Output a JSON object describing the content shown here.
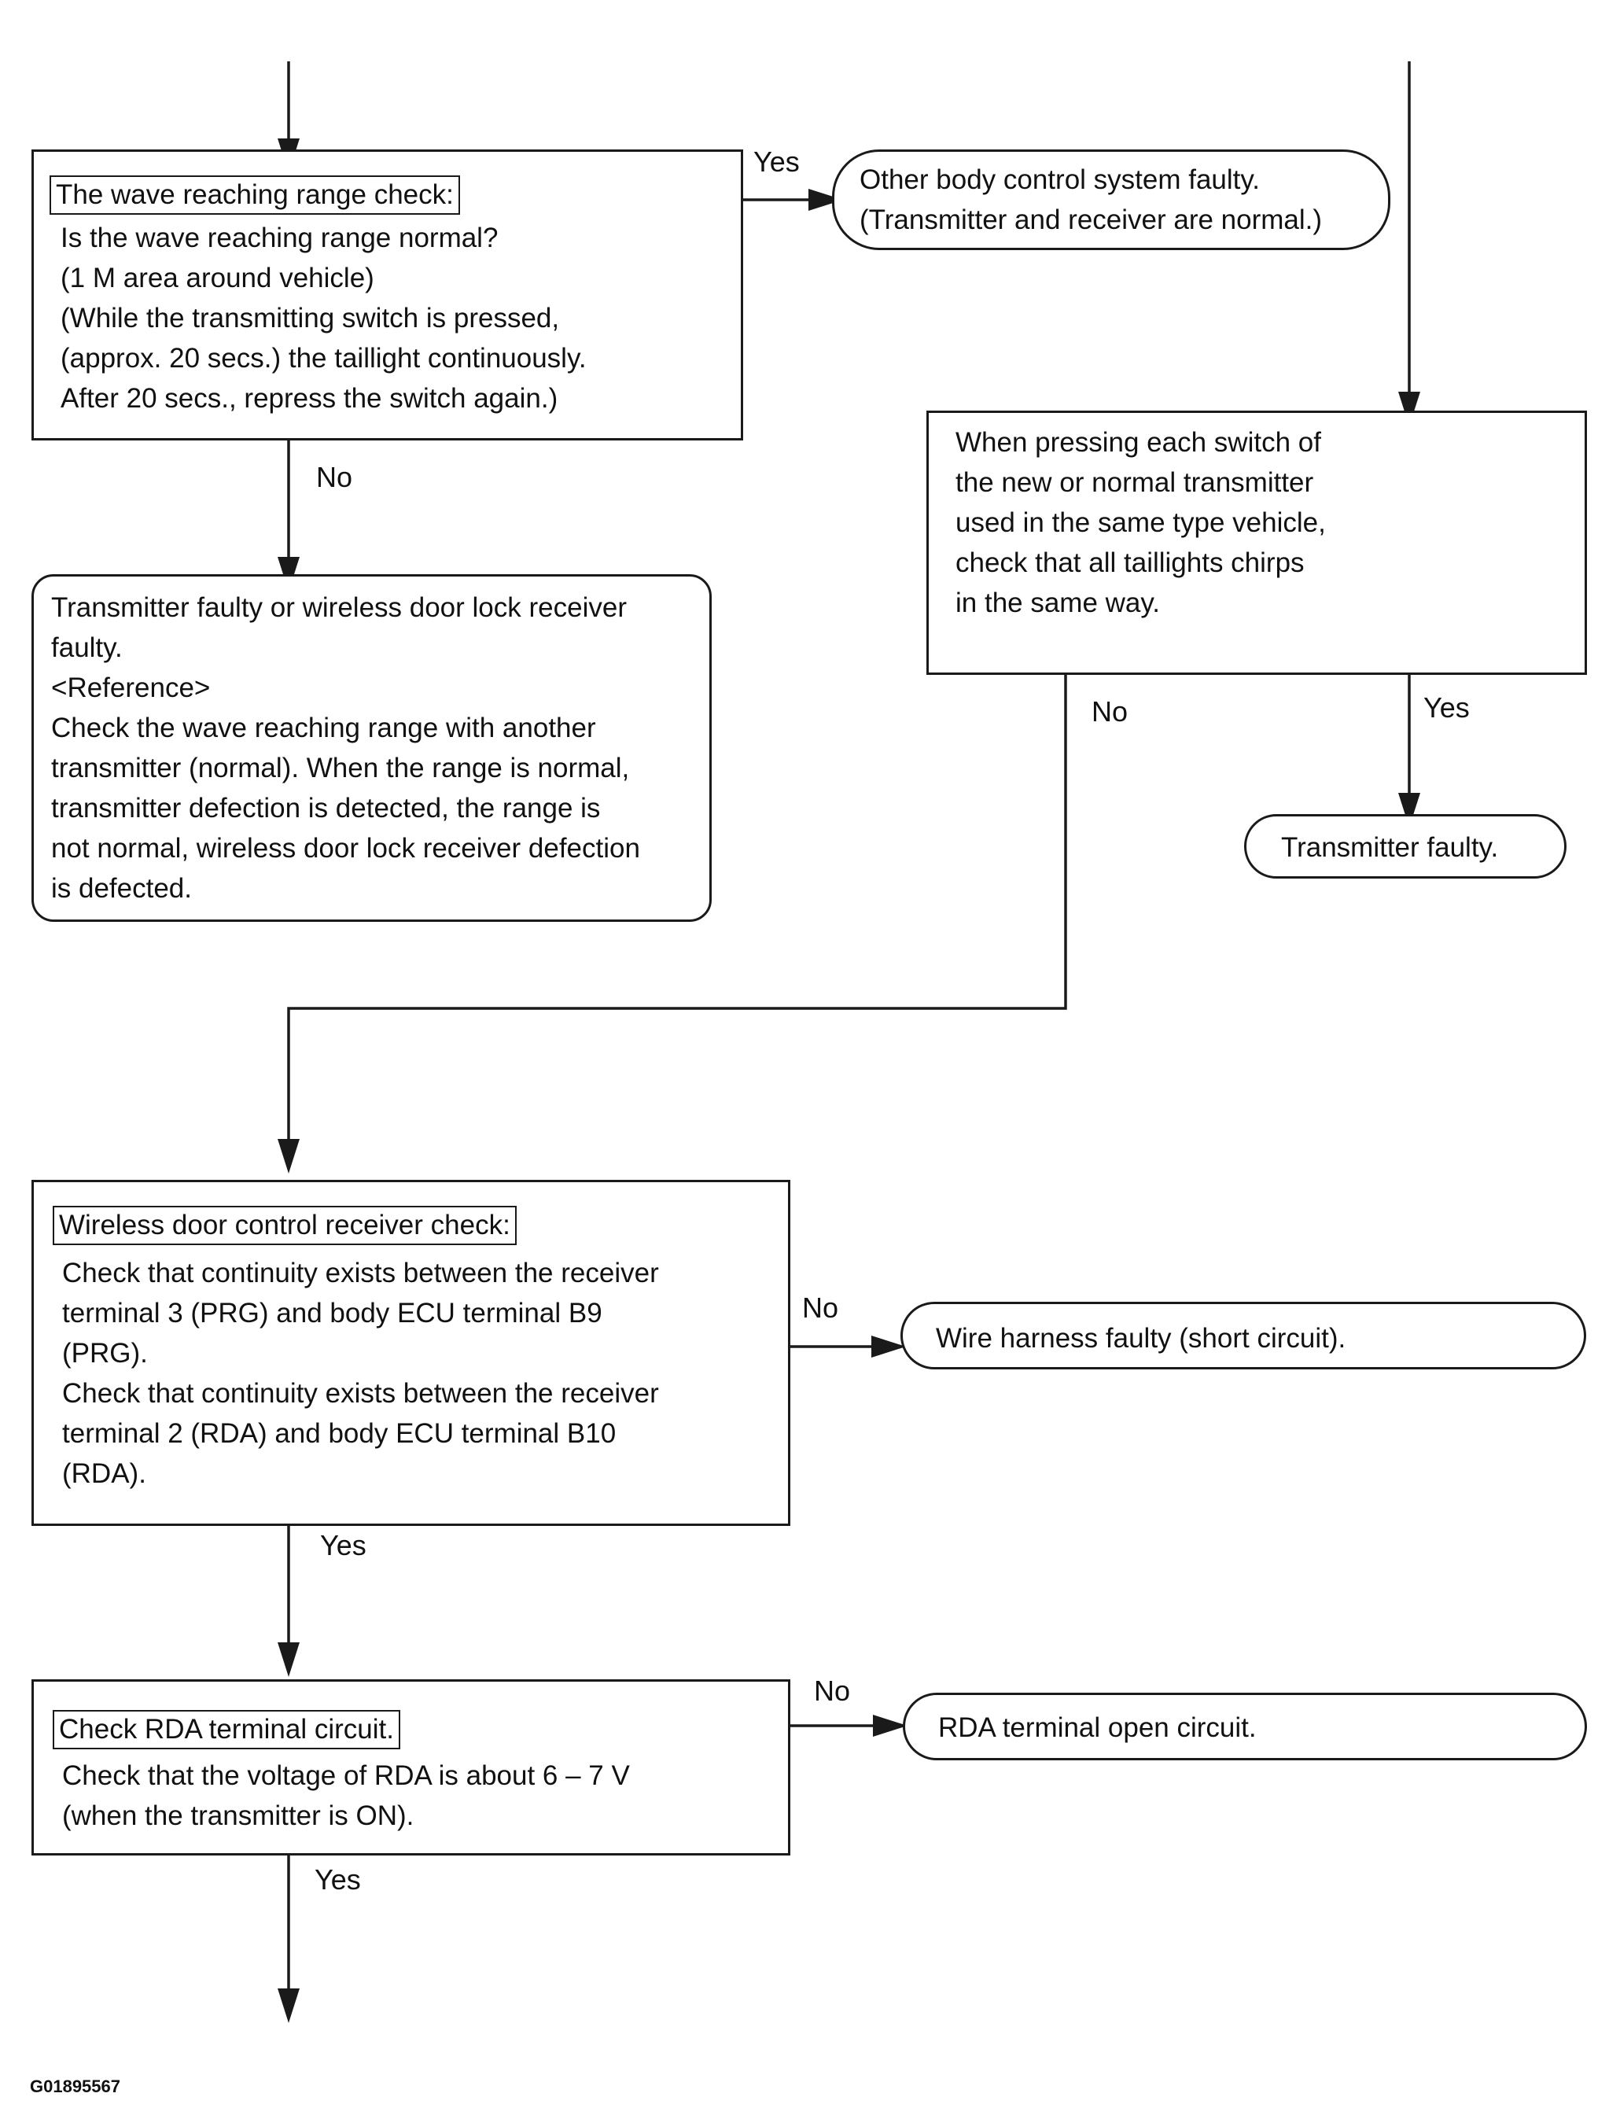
{
  "nodes": {
    "wave_check": {
      "header": "The wave reaching range check:",
      "lines": [
        "Is the wave reaching range normal?",
        "(1 M area around vehicle)",
        "(While the transmitting switch is pressed,",
        "(approx. 20 secs.) the taillight continuously.",
        "After 20 secs., repress the switch again.)"
      ]
    },
    "other_body": {
      "lines": [
        "Other body control system faulty.",
        "(Transmitter and receiver are normal.)"
      ]
    },
    "transmitter_or_receiver": {
      "lines": [
        "Transmitter faulty or wireless door lock receiver",
        "faulty.",
        "<Reference>",
        "Check the wave reaching range with another",
        "transmitter (normal). When the range is normal,",
        "transmitter defection is detected, the range is",
        "not normal, wireless door lock receiver defection",
        "is defected."
      ]
    },
    "pressing_switch": {
      "lines": [
        "When pressing each switch of",
        "the new or normal transmitter",
        "used in the same type vehicle,",
        "check that all taillights chirps",
        "in the same way."
      ]
    },
    "transmitter_faulty": {
      "text": "Transmitter faulty."
    },
    "receiver_check": {
      "header": "Wireless door control receiver check:",
      "lines": [
        "Check that continuity exists between the receiver",
        "terminal 3 (PRG) and body ECU terminal B9",
        "(PRG).",
        "Check that continuity exists between the receiver",
        "terminal 2 (RDA) and body ECU terminal B10",
        "(RDA)."
      ]
    },
    "harness_faulty": {
      "text": "Wire harness faulty (short circuit)."
    },
    "rda_check": {
      "header": "Check RDA terminal circuit.",
      "lines": [
        "Check that the voltage of RDA is about 6 – 7 V",
        "(when the transmitter is ON)."
      ]
    },
    "rda_open": {
      "text": "RDA terminal open circuit."
    }
  },
  "edge_labels": {
    "wave_yes": "Yes",
    "wave_no": "No",
    "switch_no": "No",
    "switch_yes": "Yes",
    "receiver_no": "No",
    "receiver_yes": "Yes",
    "rda_no": "No",
    "rda_yes": "Yes"
  },
  "figure_id": "G01895567"
}
